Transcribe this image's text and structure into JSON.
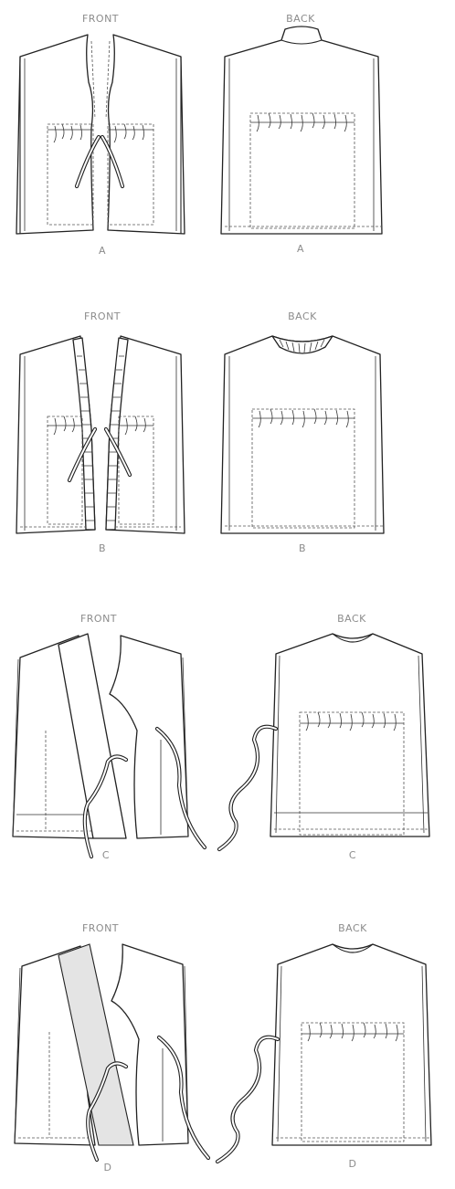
{
  "labels": {
    "front": "FRONT",
    "back": "BACK"
  },
  "views": {
    "a_front": "A",
    "a_back": "A",
    "b_front": "B",
    "b_back": "B",
    "c_front": "C",
    "c_back": "C",
    "d_front": "D",
    "d_back": "D"
  },
  "colors": {
    "outline": "#222222",
    "label": "#8c8c8c",
    "contrast_panel": "#e4e4e4"
  }
}
